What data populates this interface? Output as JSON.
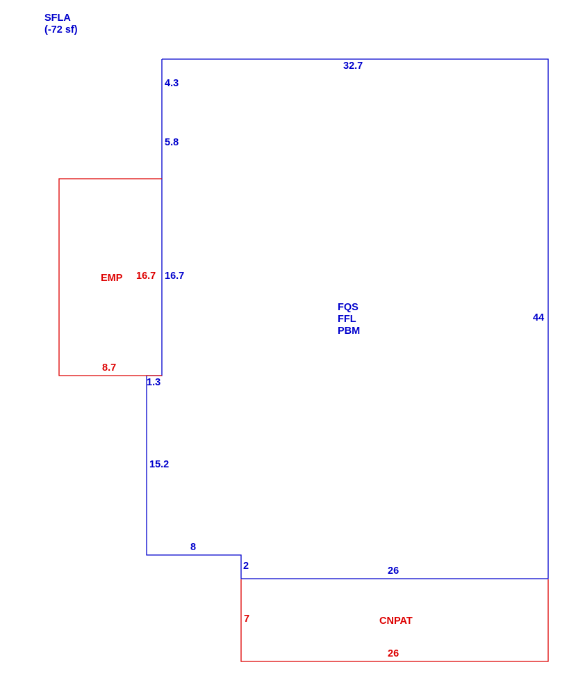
{
  "colors": {
    "main": "#0000cc",
    "addition": "#dd0000"
  },
  "header": {
    "area_code": "SFLA",
    "area_value": "(-72 sf)"
  },
  "main_area": {
    "codes": [
      "FQS",
      "FFL",
      "PBM"
    ],
    "dimensions": {
      "top": "32.7",
      "left_upper_a": "4.3",
      "left_upper_b": "5.8",
      "left_middle": "16.7",
      "step": "1.3",
      "left_lower": "15.2",
      "notch_bottom": "8",
      "notch_side": "2",
      "bottom": "26",
      "right": "44"
    }
  },
  "emp_area": {
    "code": "EMP",
    "dimensions": {
      "side": "16.7",
      "bottom": "8.7"
    }
  },
  "cnpat_area": {
    "code": "CNPAT",
    "dimensions": {
      "side": "7",
      "bottom": "26"
    }
  }
}
